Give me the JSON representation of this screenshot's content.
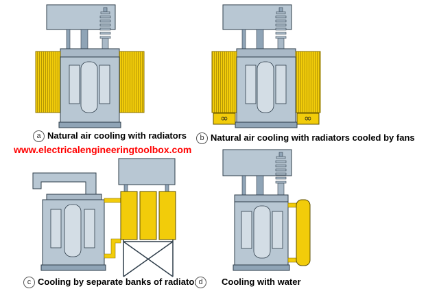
{
  "website": "www.electricalengineeringtoolbox.com",
  "panels": [
    {
      "letter": "a",
      "caption": "Natural air cooling with radiators"
    },
    {
      "letter": "b",
      "caption": "Natural air cooling with radiators cooled by fans"
    },
    {
      "letter": "c",
      "caption": "Cooling by separate banks of radiators"
    },
    {
      "letter": "d",
      "caption": "Cooling with water"
    }
  ],
  "colors": {
    "tank": "#b8c7d3",
    "tank_dark": "#8fa4b6",
    "radiator": "#f2cc0a",
    "outline": "#2d3c49"
  }
}
